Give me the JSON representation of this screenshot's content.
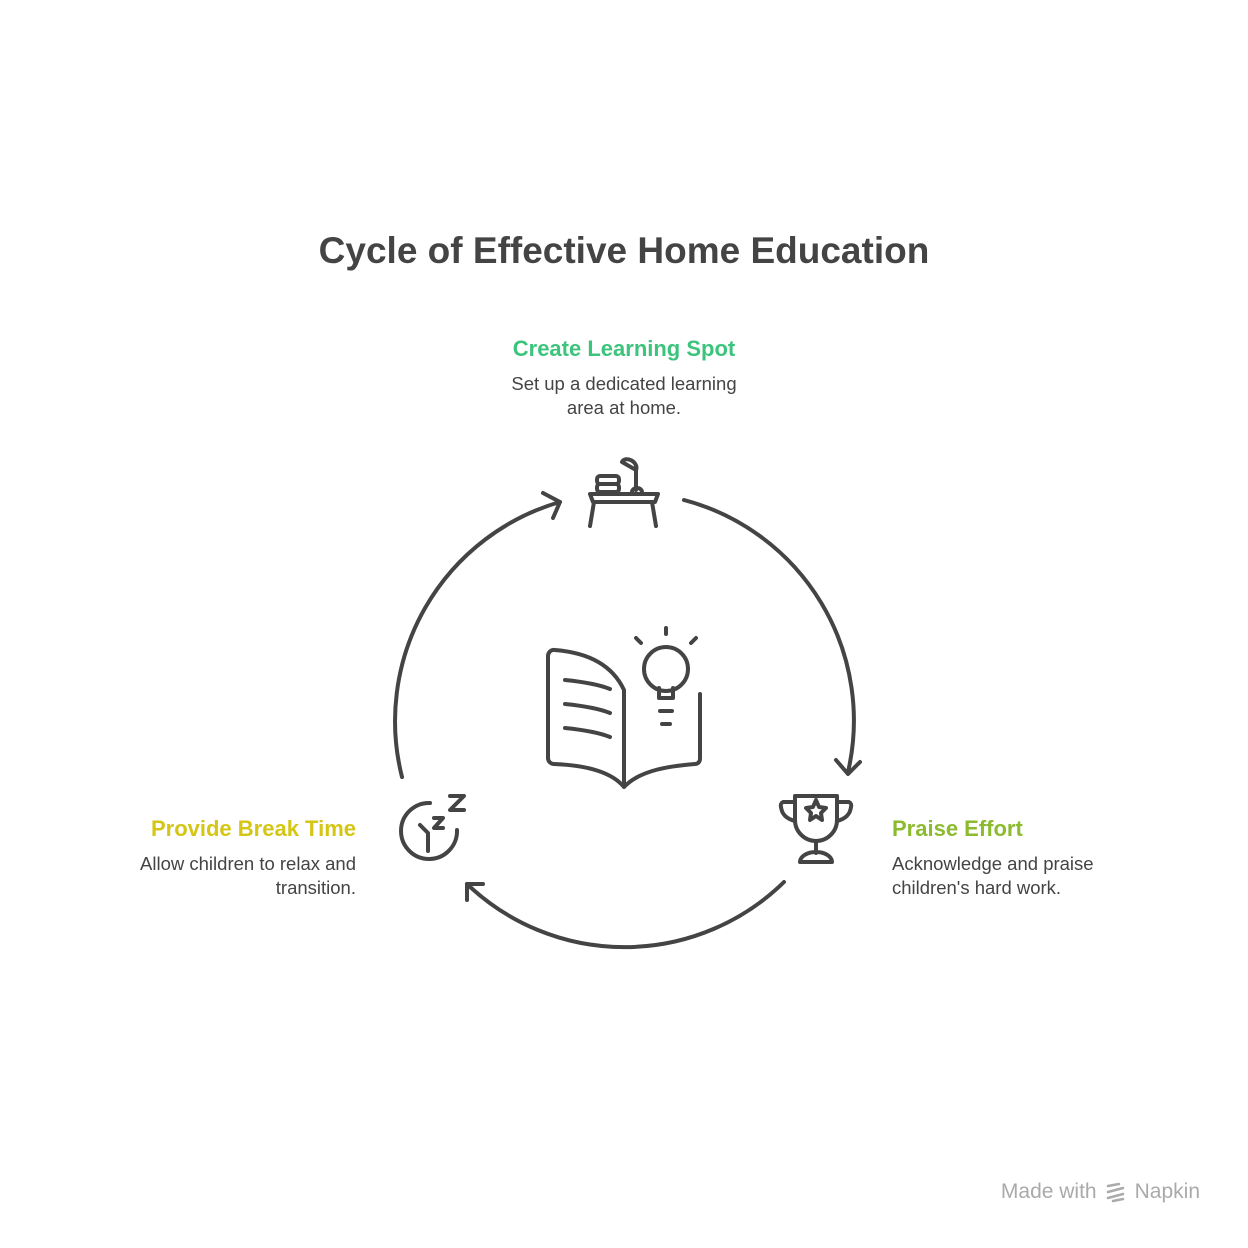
{
  "title": "Cycle of Effective Home Education",
  "steps": [
    {
      "title": "Create Learning Spot",
      "description_lines": [
        "Set up a dedicated learning",
        "area at home."
      ],
      "color": "#3cc47c",
      "icon": "desk-lamp-icon"
    },
    {
      "title": "Praise Effort",
      "description_lines": [
        "Acknowledge and praise",
        "children's hard work."
      ],
      "color": "#8dbb2f",
      "icon": "trophy-icon"
    },
    {
      "title": "Provide Break Time",
      "description_lines": [
        "Allow children to relax and",
        "transition."
      ],
      "color": "#d5c616",
      "icon": "sleep-clock-icon"
    }
  ],
  "center_icon": "book-lightbulb-icon",
  "footer": {
    "made_with": "Made with",
    "brand": "Napkin"
  }
}
